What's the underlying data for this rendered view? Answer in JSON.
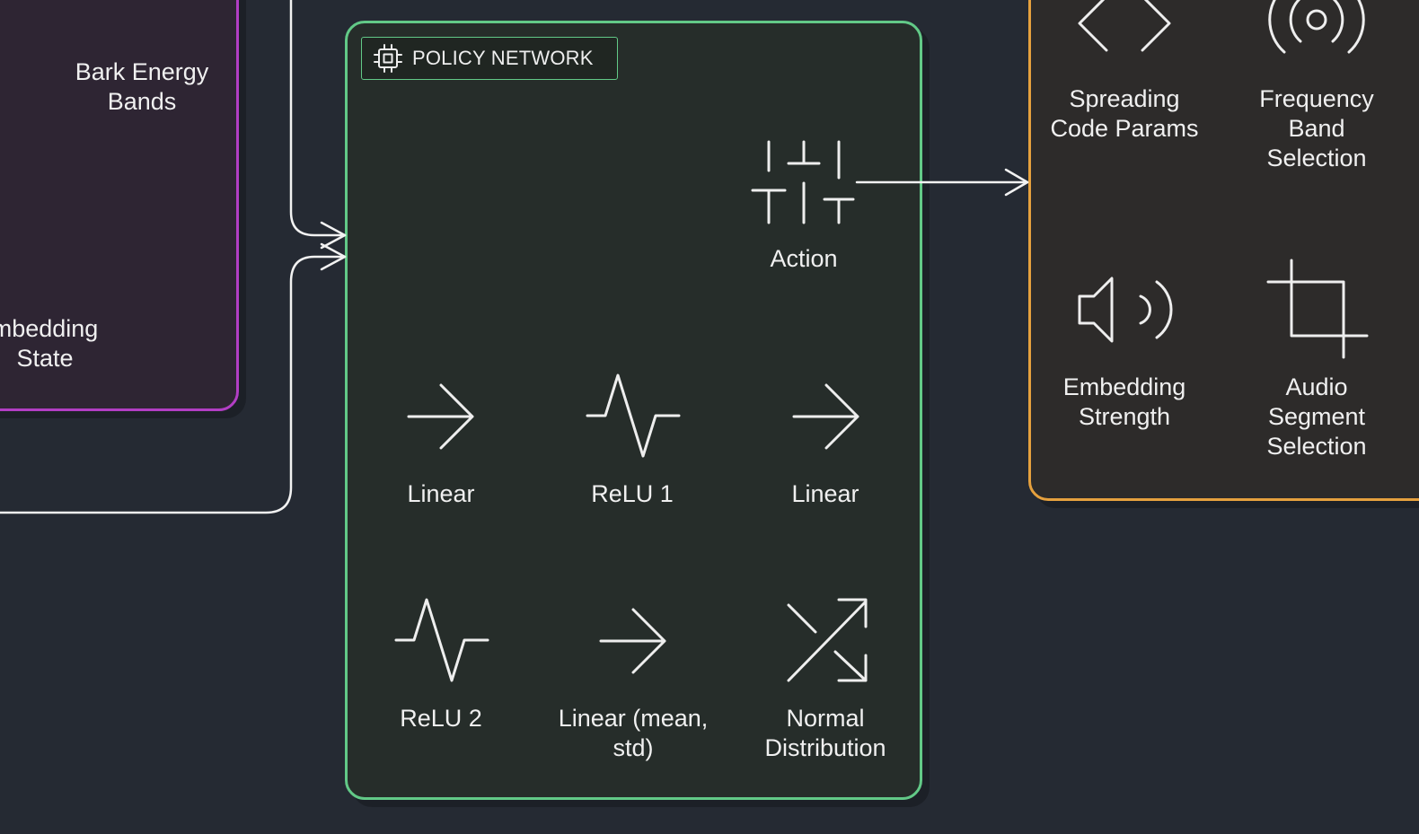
{
  "colors": {
    "background": "#252a33",
    "input_border": "#b23ec4",
    "policy_border": "#62c987",
    "output_border": "#e6a13e",
    "line": "#f2f2f2"
  },
  "input_panel": {
    "items": [
      {
        "label": "Bark Energy\nBands"
      },
      {
        "label": "mbedding\nState"
      }
    ]
  },
  "policy_panel": {
    "title": "POLICY NETWORK",
    "title_icon": "cpu-chip-icon",
    "action": {
      "label": "Action",
      "icon": "sliders-icon"
    },
    "layers": [
      {
        "label": "Linear",
        "icon": "arrow-right-icon"
      },
      {
        "label": "ReLU 1",
        "icon": "activity-icon"
      },
      {
        "label": "Linear",
        "icon": "arrow-right-icon"
      },
      {
        "label": "ReLU 2",
        "icon": "activity-icon"
      },
      {
        "label": "Linear (mean,\nstd)",
        "icon": "arrow-right-icon"
      },
      {
        "label": "Normal\nDistribution",
        "icon": "shuffle-icon"
      }
    ]
  },
  "output_panel": {
    "items": [
      {
        "label": "Spreading\nCode Params",
        "icon": "code-brackets-icon"
      },
      {
        "label": "Frequency\nBand\nSelection",
        "icon": "radio-broadcast-icon"
      },
      {
        "label": "Embedding\nStrength",
        "icon": "volume-icon"
      },
      {
        "label": "Audio\nSegment\nSelection",
        "icon": "crop-icon"
      }
    ]
  }
}
